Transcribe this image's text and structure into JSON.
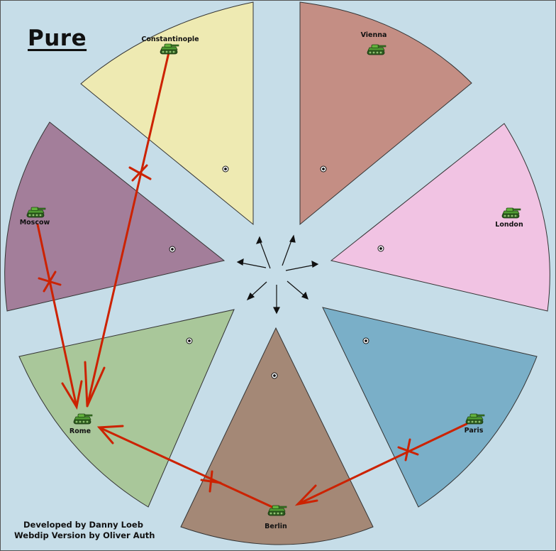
{
  "map": {
    "title": "Pure",
    "credits": {
      "developer": "Developed by Danny Loeb",
      "webdip": "Webdip Version by Oliver Auth"
    }
  },
  "territories": [
    {
      "name": "Constantinople",
      "color": "#eeeab2",
      "unit": "army"
    },
    {
      "name": "Vienna",
      "color": "#c48e84",
      "unit": "army"
    },
    {
      "name": "London",
      "color": "#f1c3e3",
      "unit": "army"
    },
    {
      "name": "Paris",
      "color": "#7aafc8",
      "unit": "army"
    },
    {
      "name": "Berlin",
      "color": "#a48876",
      "unit": "army"
    },
    {
      "name": "Rome",
      "color": "#a9c79a",
      "unit": "army"
    },
    {
      "name": "Moscow",
      "color": "#a37e9a",
      "unit": "army"
    }
  ],
  "orders": [
    {
      "from": "Constantinople",
      "to": "Rome",
      "result": "failed"
    },
    {
      "from": "Moscow",
      "to": "Rome",
      "result": "failed"
    },
    {
      "from": "Berlin",
      "to": "Rome",
      "result": "failed"
    },
    {
      "from": "Paris",
      "to": "Berlin",
      "result": "failed"
    }
  ],
  "colors": {
    "sea": "#c6dde8",
    "order_arrow": "#cc2200",
    "border": "#333333"
  }
}
